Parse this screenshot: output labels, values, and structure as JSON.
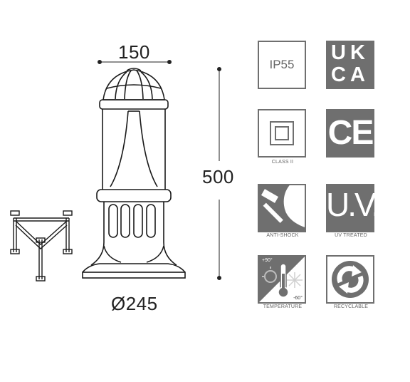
{
  "dimensions": {
    "width": "150",
    "height": "500",
    "base_diameter": "Ø245"
  },
  "icons": [
    {
      "name": "ip-rating",
      "label": "IP55",
      "caption": ""
    },
    {
      "name": "ukca-mark",
      "label": "UK CA",
      "caption": ""
    },
    {
      "name": "class-ii",
      "label": "",
      "caption": "CLASS II"
    },
    {
      "name": "ce-mark",
      "label": "CE",
      "caption": ""
    },
    {
      "name": "anti-shock",
      "label": "",
      "caption": "ANTI-SHOCK"
    },
    {
      "name": "uv-treated",
      "label": "U.V.",
      "caption": "UV TREATED"
    },
    {
      "name": "temperature",
      "label": "",
      "caption": "TEMPERATURE",
      "max": "+90°",
      "min": "-60°"
    },
    {
      "name": "recyclable",
      "label": "",
      "caption": "RECYCLABLE"
    }
  ],
  "colors": {
    "line": "#1a1a1a",
    "icon_gray": "#6f6f6f"
  }
}
